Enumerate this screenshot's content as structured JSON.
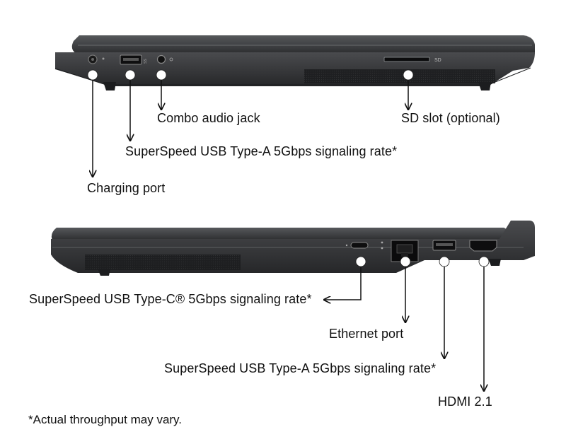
{
  "top_view": {
    "labels": {
      "combo_audio": "Combo audio jack",
      "sd_slot": "SD slot (optional)",
      "usb_a": "SuperSpeed USB Type-A 5Gbps signaling rate*",
      "charging": "Charging port"
    },
    "port_marks": {
      "sd": "SD"
    }
  },
  "bottom_view": {
    "labels": {
      "usb_c": "SuperSpeed USB Type-C® 5Gbps signaling rate*",
      "ethernet": "Ethernet port",
      "usb_a": "SuperSpeed USB Type-A 5Gbps signaling rate*",
      "hdmi": "HDMI 2.1"
    }
  },
  "footnote": "*Actual throughput may vary.",
  "colors": {
    "chassis": "#3a3b3d",
    "chassis_dark": "#1f2022",
    "marker": "#ffffff",
    "line": "#111111"
  }
}
